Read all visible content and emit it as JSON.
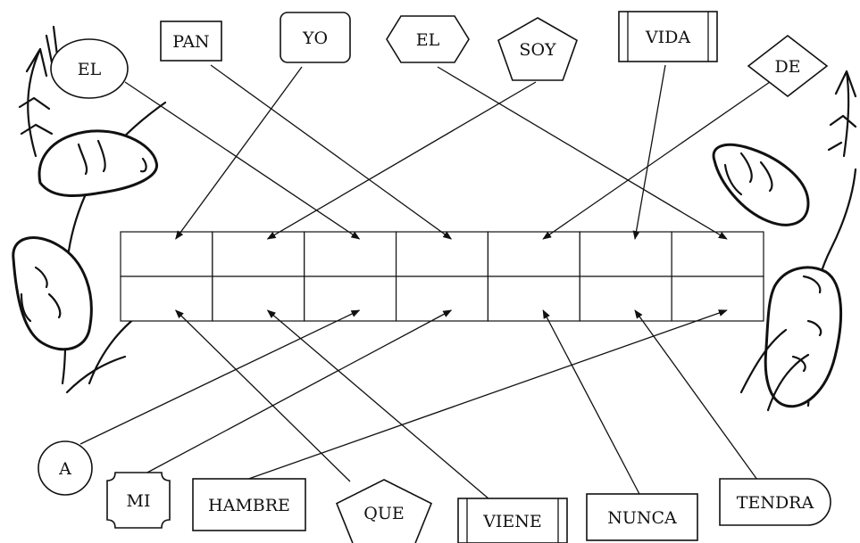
{
  "words": [
    {
      "id": "el1",
      "label": "EL",
      "shape": "ellipse"
    },
    {
      "id": "pan",
      "label": "PAN",
      "shape": "rect"
    },
    {
      "id": "yo",
      "label": "YO",
      "shape": "roundrect"
    },
    {
      "id": "el2",
      "label": "EL",
      "shape": "hexagon"
    },
    {
      "id": "soy",
      "label": "SOY",
      "shape": "pentagon"
    },
    {
      "id": "vida",
      "label": "VIDA",
      "shape": "scroll"
    },
    {
      "id": "de",
      "label": "DE",
      "shape": "diamond"
    },
    {
      "id": "a",
      "label": "A",
      "shape": "circle"
    },
    {
      "id": "mi",
      "label": "MI",
      "shape": "notched"
    },
    {
      "id": "hambre",
      "label": "HAMBRE",
      "shape": "rect"
    },
    {
      "id": "que",
      "label": "QUE",
      "shape": "pentagon"
    },
    {
      "id": "viene",
      "label": "VIENE",
      "shape": "scroll"
    },
    {
      "id": "nunca",
      "label": "NUNCA",
      "shape": "rect"
    },
    {
      "id": "tendra",
      "label": "TENDRA",
      "shape": "tag"
    }
  ],
  "grid": {
    "rows": 2,
    "cols": 7
  },
  "connections": [
    {
      "from": "yo",
      "row": 0,
      "col": 0
    },
    {
      "from": "soy",
      "row": 0,
      "col": 1
    },
    {
      "from": "el1",
      "row": 0,
      "col": 2
    },
    {
      "from": "pan",
      "row": 0,
      "col": 3
    },
    {
      "from": "de",
      "row": 0,
      "col": 4
    },
    {
      "from": "vida",
      "row": 0,
      "col": 5
    },
    {
      "from": "el2",
      "row": 0,
      "col": 6
    },
    {
      "from": "que",
      "row": 1,
      "col": 0
    },
    {
      "from": "viene",
      "row": 1,
      "col": 1
    },
    {
      "from": "a",
      "row": 1,
      "col": 2
    },
    {
      "from": "mi",
      "row": 1,
      "col": 3
    },
    {
      "from": "nunca",
      "row": 1,
      "col": 4
    },
    {
      "from": "tendra",
      "row": 1,
      "col": 5
    },
    {
      "from": "hambre",
      "row": 1,
      "col": 6
    }
  ]
}
